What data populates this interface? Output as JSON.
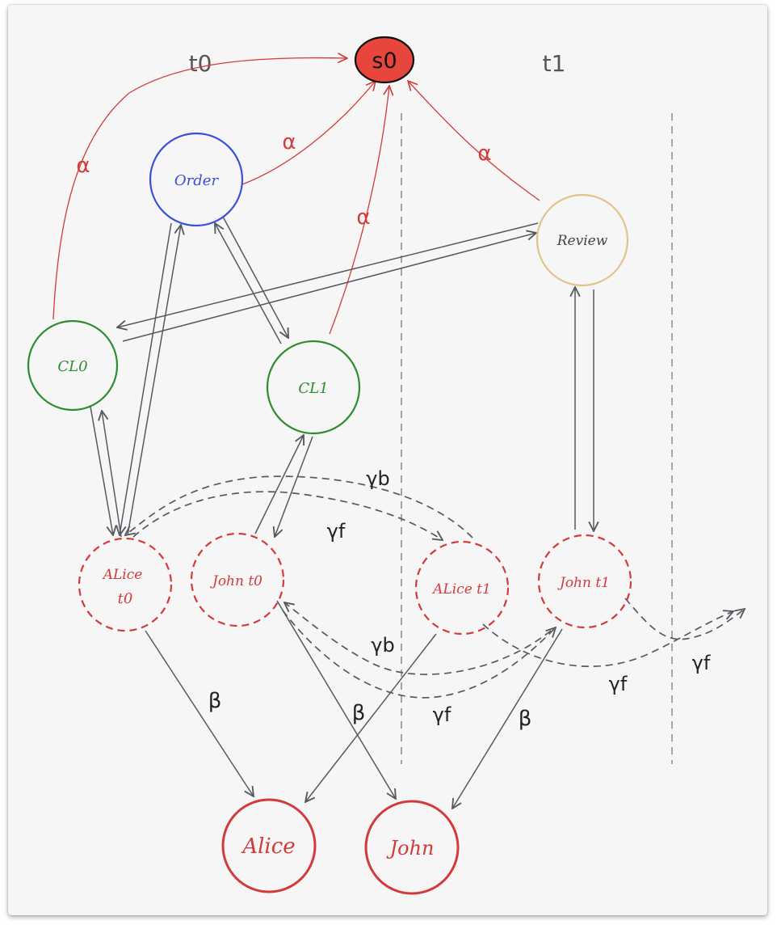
{
  "columns": {
    "t0": "t0",
    "t1": "t1"
  },
  "nodes": {
    "s0": "s0",
    "order": "Order",
    "review": "Review",
    "cl0": "CL0",
    "cl1": "CL1",
    "alice_t0_line1": "ALice",
    "alice_t0_line2": "t0",
    "john_t0": "John t0",
    "alice_t1": "ALice t1",
    "john_t1": "John t1",
    "alice": "Alice",
    "john": "John"
  },
  "edge_labels": {
    "alpha": "α",
    "beta": "β",
    "gamma_b": "γb",
    "gamma_f": "γf"
  },
  "colors": {
    "red": "#d33a3a",
    "s0_fill": "#e8453c",
    "blue": "#3b4fd8",
    "green": "#2e8b2e",
    "tan": "#e2c48a",
    "gray_arrow": "#555a60",
    "dashed_line": "#777777"
  }
}
